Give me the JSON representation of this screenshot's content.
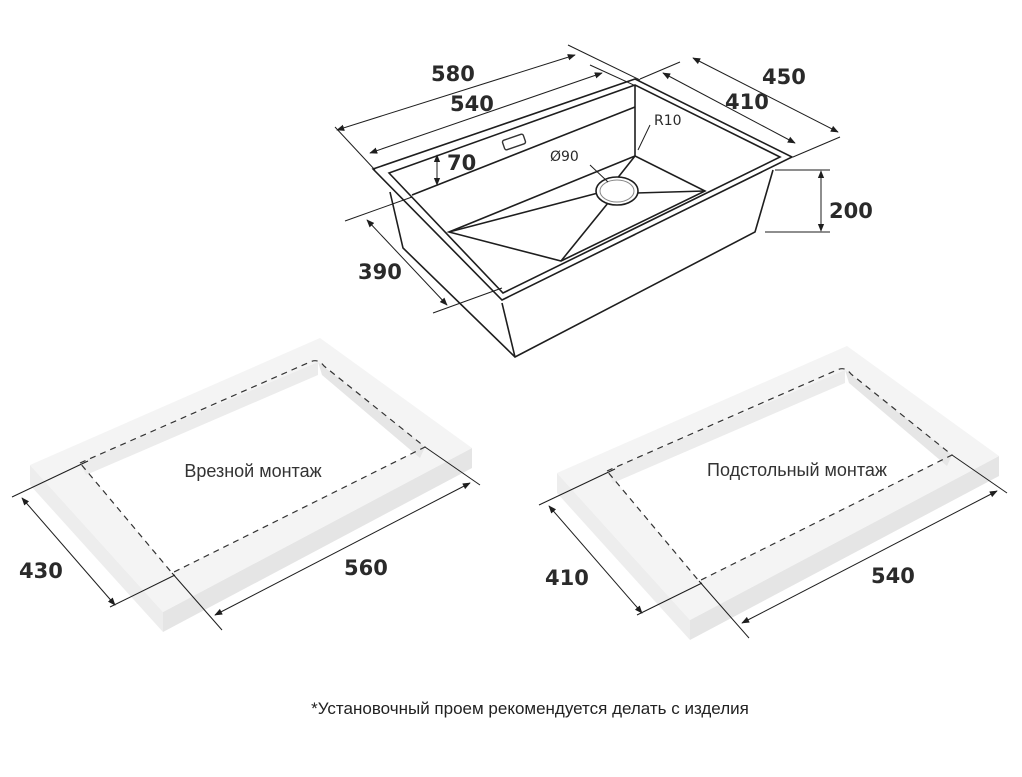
{
  "sink": {
    "dims": {
      "outer_length": "580",
      "inner_length": "540",
      "outer_width": "450",
      "inner_width": "410",
      "depth": "200",
      "bowl_width": "390",
      "shelf": "70",
      "corner_radius": "R10",
      "drain_diameter": "Ø90"
    }
  },
  "frames": [
    {
      "label": "Врезной монтаж",
      "width_dim": "430",
      "length_dim": "560"
    },
    {
      "label": "Подстольный монтаж",
      "width_dim": "410",
      "length_dim": "540"
    }
  ],
  "footnote": "*Установочный проем рекомендуется делать с изделия",
  "colors": {
    "line": "#1e1e1e",
    "frame_top": "#f4f4f4",
    "frame_side": "#e8e8e8"
  }
}
